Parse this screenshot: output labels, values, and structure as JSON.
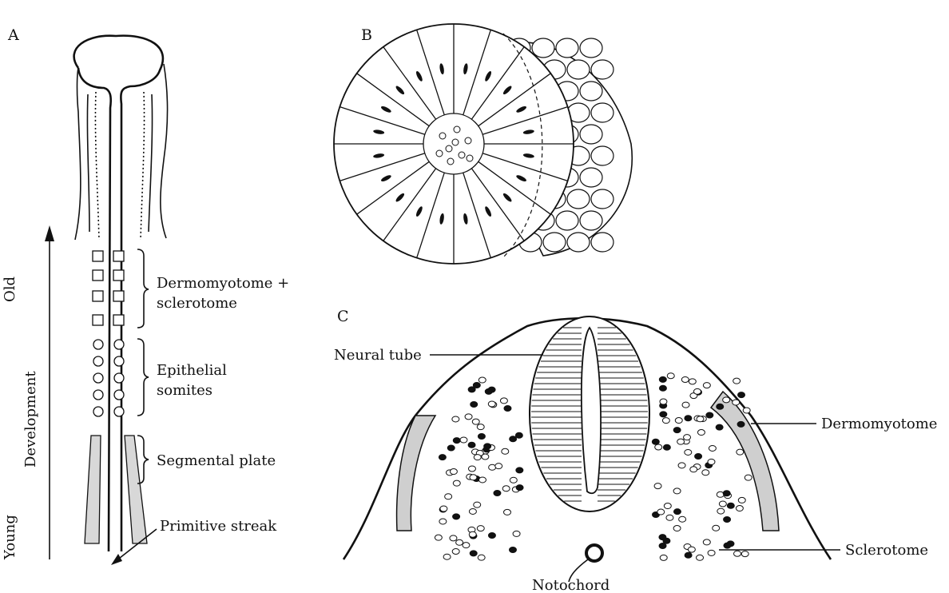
{
  "panels": {
    "a": {
      "letter": "A"
    },
    "b": {
      "letter": "B"
    },
    "c": {
      "letter": "C"
    }
  },
  "panel_a": {
    "axis_old": "Old",
    "axis_development": "Development",
    "axis_young": "Young",
    "label_dermomyotome_sclerotome_line1": "Dermomyotome +",
    "label_dermomyotome_sclerotome_line2": "sclerotome",
    "label_epithelial_line1": "Epithelial",
    "label_epithelial_line2": "somites",
    "label_segmental_plate": "Segmental plate",
    "label_primitive_streak": "Primitive streak"
  },
  "panel_c": {
    "label_neural_tube": "Neural tube",
    "label_dermomyotome": "Dermomyotome",
    "label_sclerotome": "Sclerotome",
    "label_notochord": "Notochord"
  }
}
